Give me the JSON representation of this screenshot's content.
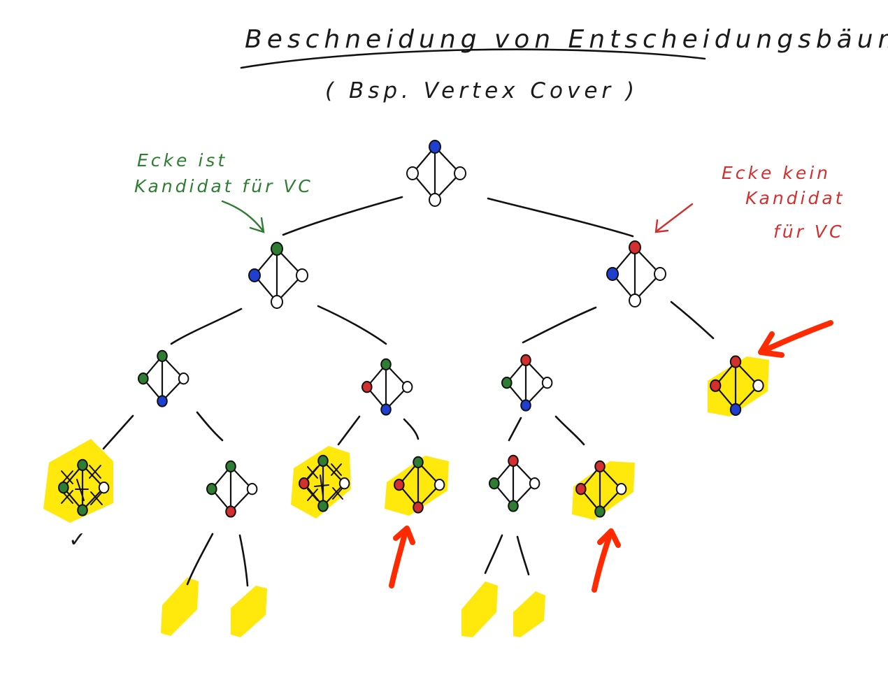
{
  "board": {
    "title": "Beschneidung von Entscheidungsbäumen",
    "subtitle": "( Bsp. Vertex Cover )",
    "note_left_line1": "Ecke ist",
    "note_left_line2": "Kandidat für VC",
    "note_right_line1": "Ecke kein",
    "note_right_line2": "Kandidat",
    "note_right_line3": "für VC",
    "check_mark": "✓",
    "colors": {
      "candidate": "#2e7d32",
      "not_candidate": "#d32f2f",
      "current_vertex": "#1e3fcf",
      "highlight": "#ffe800",
      "ink": "#111111"
    },
    "tree_levels": 5,
    "pruned_branches": 3
  }
}
